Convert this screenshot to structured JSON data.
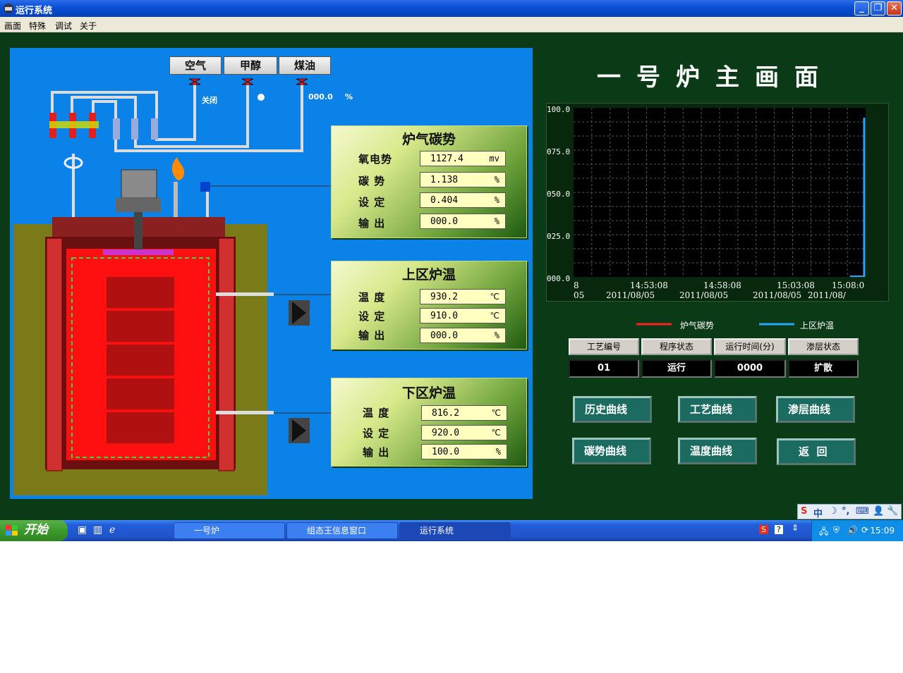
{
  "window": {
    "title": "运行系统"
  },
  "menu": [
    "画面",
    "特殊",
    "调试",
    "关于"
  ],
  "gas_buttons": [
    "空气",
    "甲醇",
    "煤油"
  ],
  "valve_status": "关闭",
  "flow_value": "000.0",
  "flow_unit": "%",
  "carbon_panel": {
    "title": "炉气碳势",
    "rows": [
      {
        "label": "氧电势",
        "value": "1127.4",
        "unit": "mv"
      },
      {
        "label": "碳  势",
        "value": "1.138",
        "unit": "%"
      },
      {
        "label": "设  定",
        "value": "0.404",
        "unit": "%"
      },
      {
        "label": "输  出",
        "value": "000.0",
        "unit": "%"
      }
    ]
  },
  "upper_panel": {
    "title": "上区炉温",
    "rows": [
      {
        "label": "温  度",
        "value": "930.2",
        "unit": "℃"
      },
      {
        "label": "设  定",
        "value": "910.0",
        "unit": "℃"
      },
      {
        "label": "输  出",
        "value": "000.0",
        "unit": "%"
      }
    ]
  },
  "lower_panel": {
    "title": "下区炉温",
    "rows": [
      {
        "label": "温  度",
        "value": "816.2",
        "unit": "℃"
      },
      {
        "label": "设  定",
        "value": "920.0",
        "unit": "℃"
      },
      {
        "label": "输  出",
        "value": "100.0",
        "unit": "%"
      }
    ]
  },
  "main_title": "一号炉主画面",
  "trend": {
    "y_ticks": [
      "100.0",
      "075.0",
      "050.0",
      "025.0",
      "000.0"
    ],
    "x_ticks": [
      {
        "time": "8",
        "date": "05"
      },
      {
        "time": "14:53:08",
        "date": "2011/08/05"
      },
      {
        "time": "14:58:08",
        "date": "2011/08/05"
      },
      {
        "time": "15:03:08",
        "date": "2011/08/05"
      },
      {
        "time": "15:08:0",
        "date": "2011/08/"
      }
    ],
    "legend": [
      {
        "name": "炉气碳势",
        "color": "#ff2020"
      },
      {
        "name": "上区炉温",
        "color": "#2aa4ff"
      }
    ]
  },
  "status_table": {
    "headers": [
      "工艺编号",
      "程序状态",
      "运行时间(分)",
      "渗层状态"
    ],
    "values": [
      "01",
      "运行",
      "0000",
      "扩散"
    ]
  },
  "nav_buttons": [
    "历史曲线",
    "工艺曲线",
    "渗层曲线",
    "碳势曲线",
    "温度曲线",
    "返  回"
  ],
  "ime": {
    "label": "中"
  },
  "taskbar": {
    "start": "开始",
    "items": [
      "一号炉",
      "组态王信息窗口",
      "运行系统"
    ],
    "clock": "15:09"
  },
  "colors": {
    "panel_blue": "#0a82e8",
    "bg_green": "#0b3a16",
    "furnace_red": "#ff1010"
  }
}
